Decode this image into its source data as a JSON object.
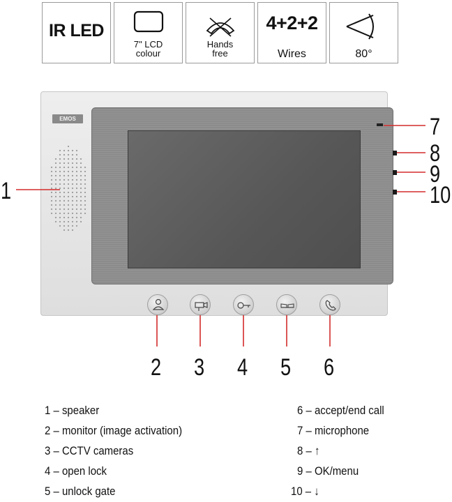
{
  "badges": [
    {
      "text": "IR LED",
      "caption": ""
    },
    {
      "text": "",
      "caption_line1": "7\" LCD",
      "caption_line2": "colour",
      "icon": "lcd-screen-icon"
    },
    {
      "text": "",
      "caption_line1": "Hands",
      "caption_line2": "free",
      "icon": "handsfree-handset-icon"
    },
    {
      "text": "4+2+2",
      "caption": "Wires"
    },
    {
      "text": "",
      "caption": "80°",
      "icon": "viewing-angle-icon"
    }
  ],
  "device": {
    "brand": "EMOS"
  },
  "callouts": [
    "1",
    "2",
    "3",
    "4",
    "5",
    "6",
    "7",
    "8",
    "9",
    "10"
  ],
  "legend": {
    "left": [
      "1 – speaker",
      "2 – monitor (image activation)",
      "3 – CCTV cameras",
      "4 – open lock",
      "5 – unlock gate"
    ],
    "right": [
      "6 – accept/end call",
      "7 – microphone",
      "8 – ↑",
      "9 – OK/menu",
      "10 – ↓"
    ]
  },
  "colors": {
    "callout_line": "#d42b2b",
    "bezel": "#8b8b8b",
    "screen": "#5e5e5e",
    "body": "#e6e6e6"
  }
}
